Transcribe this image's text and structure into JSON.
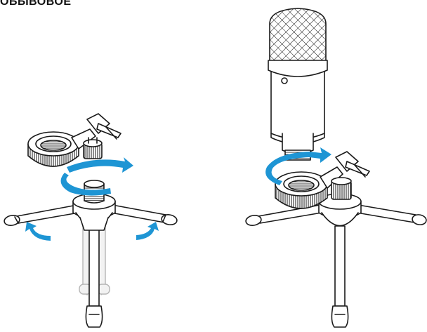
{
  "header": {
    "title": "ОБЫВОВОЕ"
  },
  "colors": {
    "outline": "#1a1a1a",
    "arrow": "#1e95d4",
    "ghost_legs": "#b5b5b5",
    "background": "#ffffff"
  },
  "illustrations": [
    {
      "name": "tripod-mount-assembly",
      "arrows": [
        "rotate-clockwise-arrow",
        "spread-legs-arrow-left",
        "spread-legs-arrow-right"
      ]
    },
    {
      "name": "microphone-on-tripod",
      "arrows": [
        "rotate-clockwise-arrow"
      ]
    }
  ]
}
